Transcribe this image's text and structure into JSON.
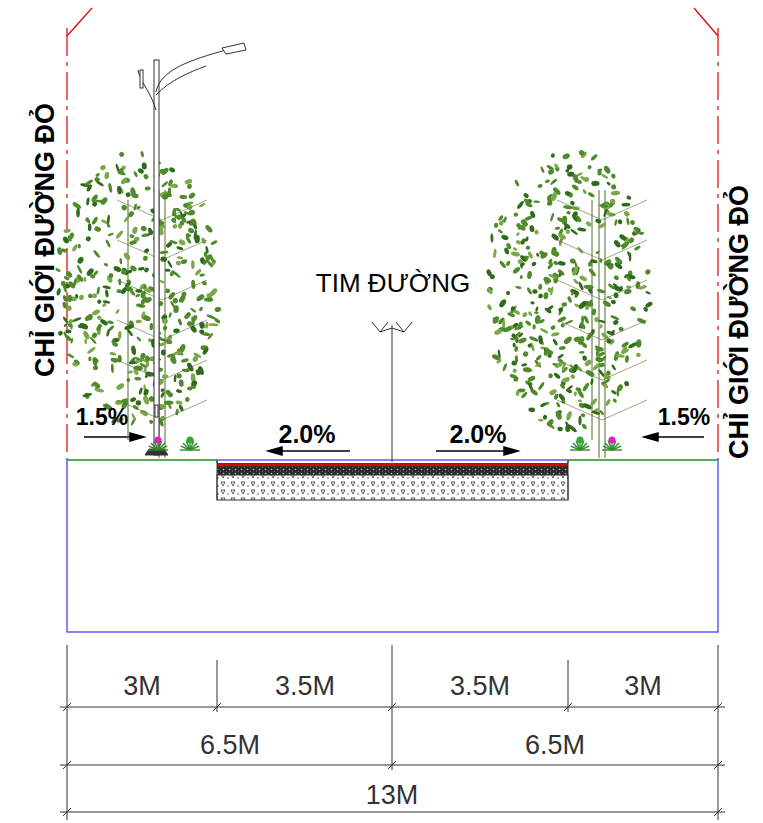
{
  "diagram": {
    "labels": [
      "CHỈ GIỚI ĐƯỜNG ĐỎ",
      "CHỈ GIỚI ĐƯỜNG ĐỎ",
      "TIM ĐƯỜNG",
      "1.5%",
      "2.0%",
      "2.0%",
      "1.5%",
      "3M",
      "3.5M",
      "3.5M",
      "3M",
      "6.5M",
      "6.5M",
      "13M"
    ]
  }
}
